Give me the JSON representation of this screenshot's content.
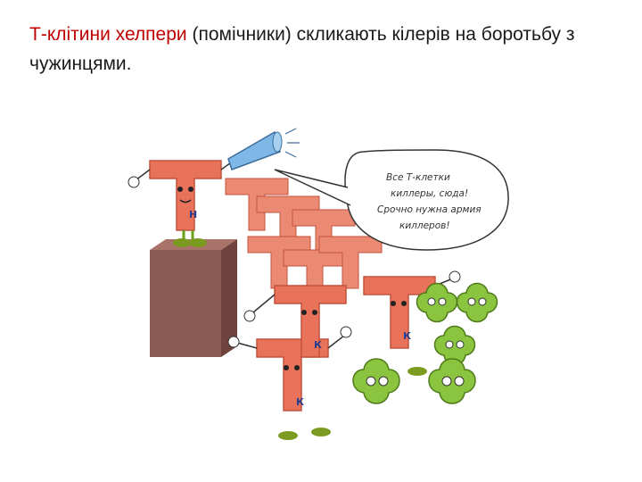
{
  "slide": {
    "title_accent": "Т-клітини хелпери",
    "title_rest": " (помічники) скликають кілерів на боротьбу з чужинцями."
  },
  "illustration": {
    "speech_bubble": {
      "line1": "Все Т-клетки",
      "line2": "киллеры, сюда!",
      "line3": "Срочно нужна армия",
      "line4": "киллеров!"
    },
    "helper_letter": "Н",
    "killer_letter": "К",
    "colors": {
      "t_cell": "#e8735a",
      "t_cell_dark": "#c4523e",
      "pedestal": "#8a5a52",
      "alien": "#8bc53f",
      "megaphone": "#7fb8e6"
    }
  }
}
